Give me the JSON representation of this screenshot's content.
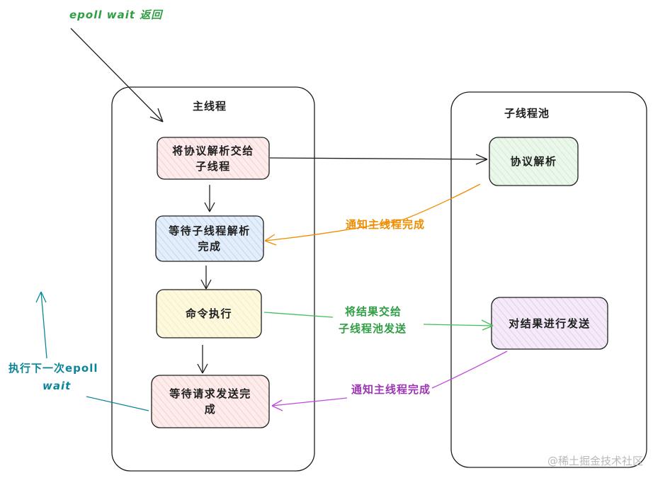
{
  "title_top": "epoll wait 返回",
  "main_container": {
    "title": "主线程"
  },
  "pool_container": {
    "title": "子线程池"
  },
  "nodes": {
    "handoff": {
      "line1": "将协议解析交给",
      "line2": "子线程"
    },
    "wait_parse": {
      "line1": "等待子线程解析",
      "line2": "完成"
    },
    "execute": {
      "line1": "命令执行"
    },
    "wait_send": {
      "line1": "等待请求发送完",
      "line2": "成"
    },
    "parse": {
      "line1": "协议解析"
    },
    "send_result": {
      "line1": "对结果进行发送"
    }
  },
  "edge_labels": {
    "notify_parse_done": "通知主线程完成",
    "handoff_result_1": "将结果交给",
    "handoff_result_2": "子线程池发送",
    "notify_send_done": "通知主线程完成",
    "next_epoll_1": "执行下一次epoll",
    "next_epoll_2": "wait"
  },
  "colors": {
    "title_top": "#2f9e44",
    "notify_parse": "#f08c00",
    "handoff_result": "#2f9e44",
    "notify_send": "#9c36b5",
    "next_epoll": "#0c8599",
    "fill_handoff": "#fde8e8",
    "fill_wait_parse": "#dbe9f8",
    "fill_execute": "#fbf8d8",
    "fill_wait_send": "#fdeaea",
    "fill_parse": "#e6f6e6",
    "fill_send": "#f1e6f6"
  },
  "watermark": "@稀土掘金技术社区"
}
